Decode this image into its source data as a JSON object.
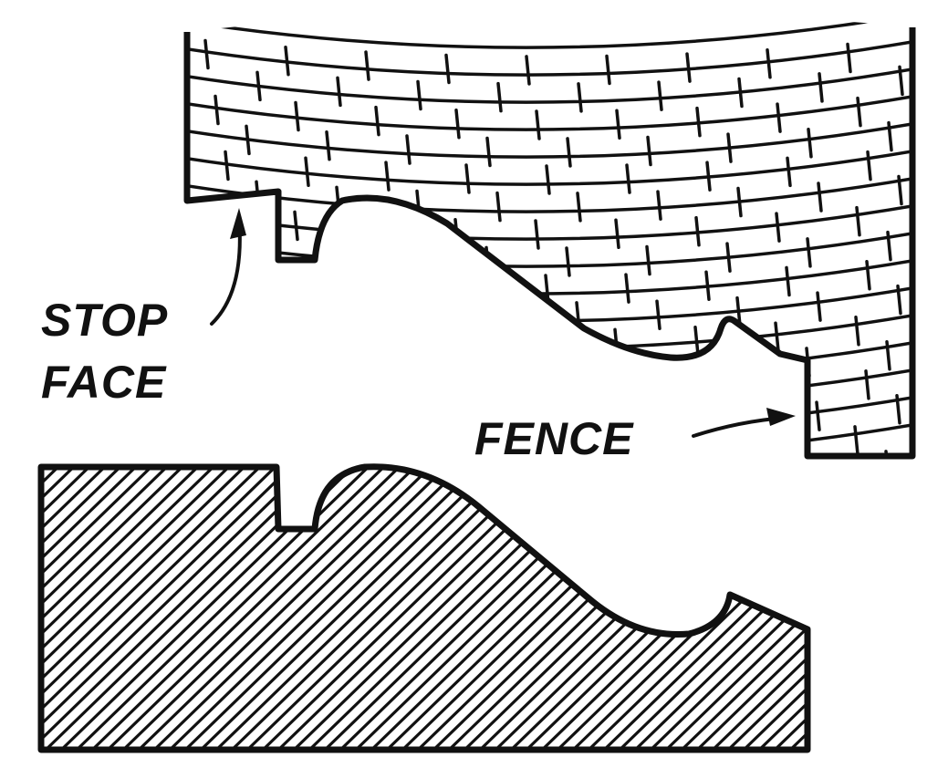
{
  "labels": {
    "stop_line1": "STOP",
    "stop_line2": "FACE",
    "fence": "FENCE"
  },
  "colors": {
    "ink": "#111111",
    "paper": "#ffffff"
  },
  "parts": {
    "upper": "cutter-block-wood-grain",
    "lower": "moulding-section-hatched"
  }
}
